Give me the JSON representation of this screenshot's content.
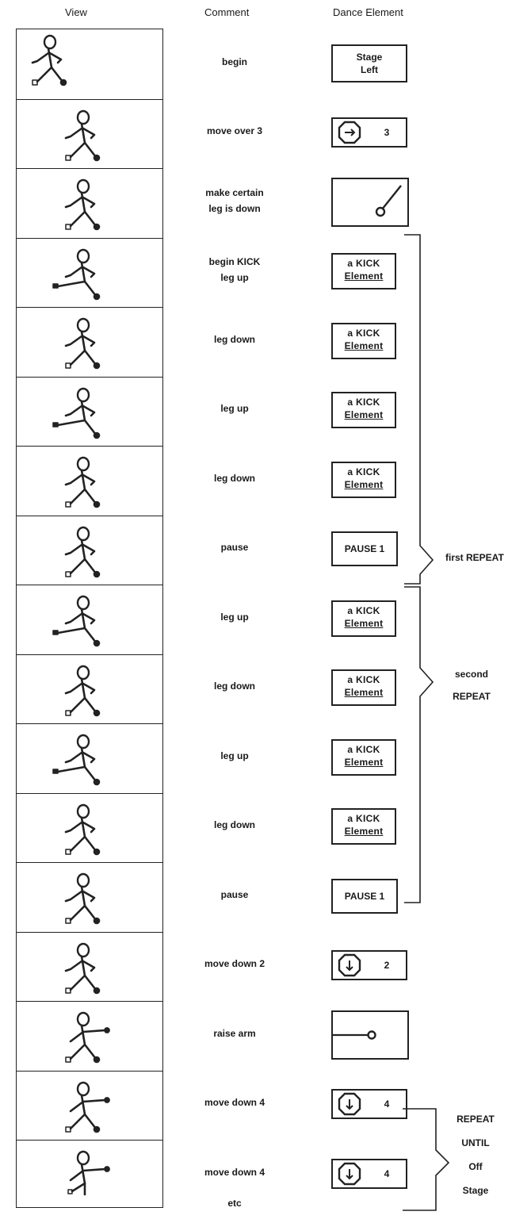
{
  "headers": {
    "view": "View",
    "comment": "Comment",
    "element": "Dance Element"
  },
  "rows": [
    {
      "pose": "start",
      "comment": [
        "begin"
      ],
      "element": {
        "kind": "text",
        "lines": [
          "Stage",
          "Left"
        ]
      }
    },
    {
      "pose": "stand",
      "comment": [
        "move over 3"
      ],
      "element": {
        "kind": "move",
        "arrow": "right",
        "count": "3"
      }
    },
    {
      "pose": "stand",
      "comment": [
        "make certain",
        "leg is down"
      ],
      "element": {
        "kind": "leg"
      }
    },
    {
      "pose": "kick",
      "comment": [
        "begin KICK",
        "leg up"
      ],
      "element": {
        "kind": "kick",
        "lines": [
          "a  KICK",
          "Element"
        ]
      }
    },
    {
      "pose": "stand",
      "comment": [
        "leg down"
      ],
      "element": {
        "kind": "kick",
        "lines": [
          "a  KICK",
          "Element"
        ]
      }
    },
    {
      "pose": "kick",
      "comment": [
        "leg up"
      ],
      "element": {
        "kind": "kick",
        "lines": [
          "a  KICK",
          "Element"
        ]
      }
    },
    {
      "pose": "stand",
      "comment": [
        "leg down"
      ],
      "element": {
        "kind": "kick",
        "lines": [
          "a  KICK",
          "Element"
        ]
      }
    },
    {
      "pose": "stand",
      "comment": [
        "pause"
      ],
      "element": {
        "kind": "text",
        "lines": [
          "PAUSE 1"
        ]
      }
    },
    {
      "pose": "kick",
      "comment": [
        "leg up"
      ],
      "element": {
        "kind": "kick",
        "lines": [
          "a  KICK",
          "Element"
        ]
      }
    },
    {
      "pose": "stand",
      "comment": [
        "leg down"
      ],
      "element": {
        "kind": "kick",
        "lines": [
          "a  KICK",
          "Element"
        ]
      }
    },
    {
      "pose": "kick",
      "comment": [
        "leg up"
      ],
      "element": {
        "kind": "kick",
        "lines": [
          "a  KICK",
          "Element"
        ]
      }
    },
    {
      "pose": "stand",
      "comment": [
        "leg down"
      ],
      "element": {
        "kind": "kick",
        "lines": [
          "a  KICK",
          "Element"
        ]
      }
    },
    {
      "pose": "stand",
      "comment": [
        "pause"
      ],
      "element": {
        "kind": "text",
        "lines": [
          "PAUSE  1"
        ]
      }
    },
    {
      "pose": "stand",
      "comment": [
        "move down 2"
      ],
      "element": {
        "kind": "move",
        "arrow": "down",
        "count": "2"
      }
    },
    {
      "pose": "arm",
      "comment": [
        "raise arm"
      ],
      "element": {
        "kind": "arm"
      }
    },
    {
      "pose": "arm",
      "comment": [
        "move down 4"
      ],
      "element": {
        "kind": "move",
        "arrow": "down",
        "count": "4"
      }
    },
    {
      "pose": "armlow",
      "comment": [
        "move down 4"
      ],
      "element": {
        "kind": "move",
        "arrow": "down",
        "count": "4"
      }
    }
  ],
  "footer": "etc",
  "repeats": [
    {
      "label": [
        "first REPEAT"
      ]
    },
    {
      "label": [
        "second",
        "REPEAT"
      ]
    },
    {
      "label": [
        "REPEAT",
        "UNTIL",
        "Off",
        "Stage"
      ]
    }
  ]
}
